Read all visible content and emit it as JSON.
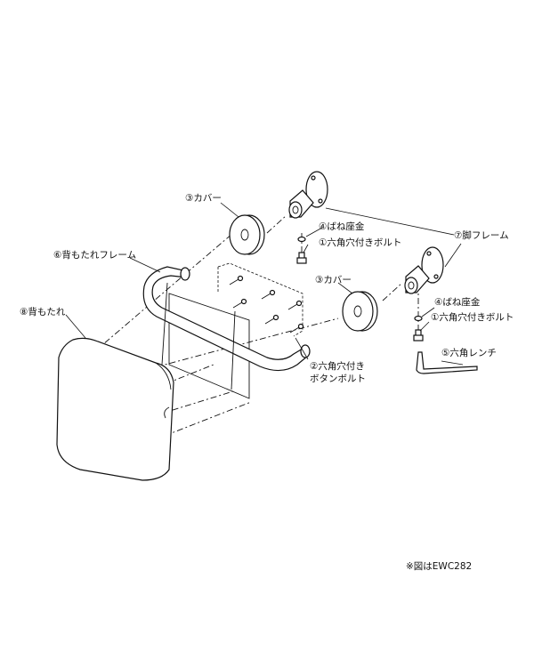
{
  "labels": {
    "cover_left": "③カバー",
    "spring_washer_upper": "④ばね座金",
    "hex_bolt_upper": "①六角穴付きボルト",
    "leg_frame": "⑦脚フレーム",
    "backrest_frame": "⑥背もたれフレーム",
    "backrest": "⑧背もたれ",
    "cover_right": "③カバー",
    "spring_washer_lower": "④ばね座金",
    "hex_bolt_lower": "①六角穴付きボルト",
    "button_bolt_line1": "②六角穴付き",
    "button_bolt_line2": "ボタンボルト",
    "hex_wrench": "⑤六角レンチ"
  },
  "footnote": "※図はEWC282"
}
